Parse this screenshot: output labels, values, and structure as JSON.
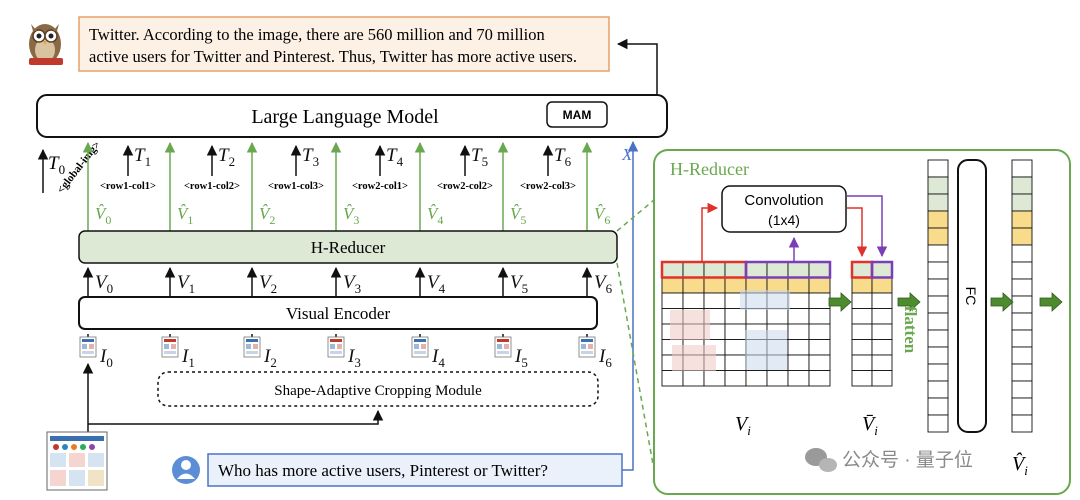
{
  "answer_text_line1": "Twitter. According to the image, there are 560 million and 70 million",
  "answer_text_line2": "active users for Twitter and Pinterest. Thus, Twitter has more active users.",
  "llm_label": "Large Language Model",
  "mam_label": "MAM",
  "x_label": "X",
  "global_token": "<global-img>",
  "text_tokens": [
    {
      "base": "T",
      "sub": "0"
    },
    {
      "base": "T",
      "sub": "1"
    },
    {
      "base": "T",
      "sub": "2"
    },
    {
      "base": "T",
      "sub": "3"
    },
    {
      "base": "T",
      "sub": "4"
    },
    {
      "base": "T",
      "sub": "5"
    },
    {
      "base": "T",
      "sub": "6"
    }
  ],
  "row_col_tokens": [
    "<row1-col1>",
    "<row1-col2>",
    "<row1-col3>",
    "<row2-col1>",
    "<row2-col2>",
    "<row2-col3>"
  ],
  "reduced_features": [
    {
      "base": "V̂",
      "sub": "0"
    },
    {
      "base": "V̂",
      "sub": "1"
    },
    {
      "base": "V̂",
      "sub": "2"
    },
    {
      "base": "V̂",
      "sub": "3"
    },
    {
      "base": "V̂",
      "sub": "4"
    },
    {
      "base": "V̂",
      "sub": "5"
    },
    {
      "base": "V̂",
      "sub": "6"
    }
  ],
  "hreducer_label": "H-Reducer",
  "visual_features": [
    {
      "base": "V",
      "sub": "0"
    },
    {
      "base": "V",
      "sub": "1"
    },
    {
      "base": "V",
      "sub": "2"
    },
    {
      "base": "V",
      "sub": "3"
    },
    {
      "base": "V",
      "sub": "4"
    },
    {
      "base": "V",
      "sub": "5"
    },
    {
      "base": "V",
      "sub": "6"
    }
  ],
  "visual_encoder_label": "Visual Encoder",
  "image_crops": [
    {
      "base": "I",
      "sub": "0"
    },
    {
      "base": "I",
      "sub": "1"
    },
    {
      "base": "I",
      "sub": "2"
    },
    {
      "base": "I",
      "sub": "3"
    },
    {
      "base": "I",
      "sub": "4"
    },
    {
      "base": "I",
      "sub": "5"
    },
    {
      "base": "I",
      "sub": "6"
    }
  ],
  "cropping_label": "Shape-Adaptive  Cropping Module",
  "question_text": "Who has more active users, Pinterest or Twitter?",
  "detail": {
    "title": "H-Reducer",
    "conv_line1": "Convolution",
    "conv_line2": "(1x4)",
    "vi": {
      "base": "V",
      "sub": "i"
    },
    "vbar": {
      "base": "V̄",
      "sub": "i"
    },
    "vhat": {
      "base": "V̂",
      "sub": "i"
    },
    "flatten_label": "flatten",
    "fc_label": "FC"
  },
  "watermark": "公众号 · 量子位",
  "colors": {
    "green": "#6aa84f",
    "green_fill": "#dde9d4",
    "yellow": "#f8dc8c",
    "orange_bg": "#fdf1e6",
    "orange_border": "#e8a06a",
    "blue": "#4a72c6",
    "blue_bg": "#eaf1fb",
    "red": "#e0322b",
    "purple": "#7a3fb8"
  }
}
